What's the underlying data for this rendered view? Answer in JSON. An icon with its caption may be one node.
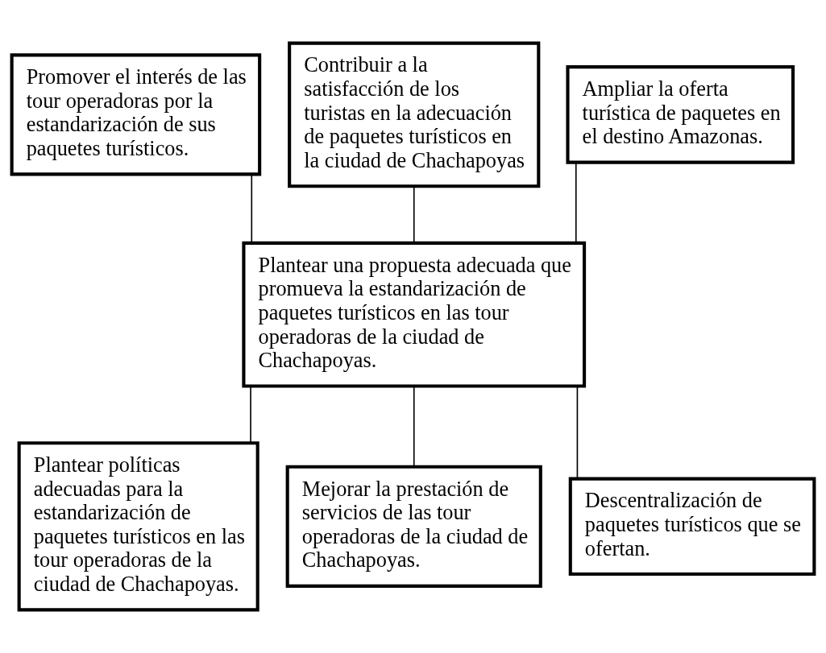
{
  "diagram": {
    "nodes": [
      {
        "text": [
          "Promover el interés de las tour operadoras por la estandarización de sus paquetes turísticos."
        ]
      },
      {
        "text": [
          "Contribuir a la satisfacción de los turistas en la adecuación de paquetes turísticos en la ciudad de Chachapoyas"
        ]
      },
      {
        "text": [
          "Ampliar la oferta turística de paquetes en el destino Amazonas."
        ]
      },
      {
        "text": [
          "Plantear una propuesta adecuada que promueva la estandarización de paquetes turísticos en las tour operadoras de la ciudad de Chachapoyas."
        ]
      },
      {
        "text": [
          "Plantear políticas adecuadas para la estandarización de paquetes turísticos en las tour operadoras de la ciudad de Chachapoyas."
        ]
      },
      {
        "text": [
          "Mejorar la prestación de servicios de las tour operadoras de la ciudad de Chachapoyas."
        ]
      },
      {
        "text": [
          "Descentralización de paquetes turísticos que se ofertan."
        ]
      }
    ],
    "edges": [
      {
        "from": 0,
        "to": 3,
        "arrow": "none"
      },
      {
        "from": 1,
        "to": 3,
        "arrow": "none"
      },
      {
        "from": 2,
        "to": 3,
        "arrow": "none"
      },
      {
        "from": 3,
        "to": 4,
        "arrow": "none"
      },
      {
        "from": 3,
        "to": 5,
        "arrow": "none"
      },
      {
        "from": 3,
        "to": 6,
        "arrow": "none"
      }
    ]
  }
}
